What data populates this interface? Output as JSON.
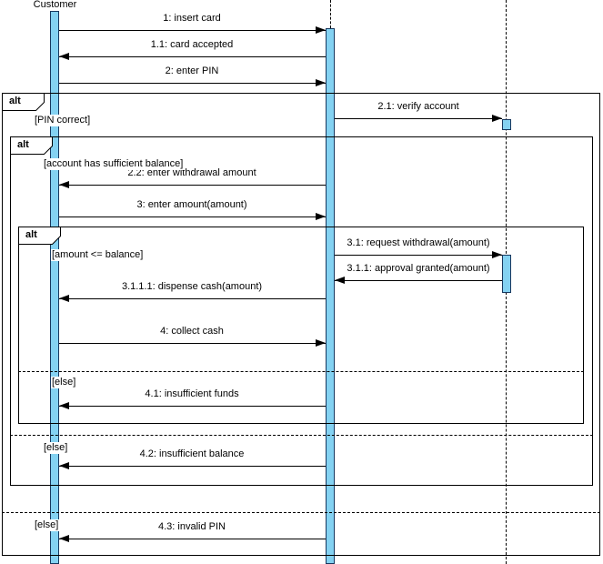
{
  "colors": {
    "activation_fill": "#84d2f2",
    "activation_border": "#17375e",
    "line": "#000000",
    "background": "#ffffff"
  },
  "actor": {
    "label": "Customer"
  },
  "fragments": {
    "outer": {
      "operator": "alt",
      "guard_top": "[PIN correct]",
      "guard_else": "[else]"
    },
    "middle": {
      "operator": "alt",
      "guard_top": "[account has sufficient balance]",
      "guard_else": "[else]"
    },
    "inner": {
      "operator": "alt",
      "guard_top": "[amount <= balance]",
      "guard_else": "[else]"
    }
  },
  "messages": [
    {
      "label": "1: insert card",
      "direction": "right"
    },
    {
      "label": "1.1: card accepted",
      "direction": "left"
    },
    {
      "label": "2: enter PIN",
      "direction": "right"
    },
    {
      "label": "2.1: verify account",
      "direction": "right"
    },
    {
      "label": "2.2: enter withdrawal amount",
      "direction": "left"
    },
    {
      "label": "3: enter amount(amount)",
      "direction": "right"
    },
    {
      "label": "3.1: request withdrawal(amount)",
      "direction": "right"
    },
    {
      "label": "3.1.1: approval granted(amount)",
      "direction": "left"
    },
    {
      "label": "3.1.1.1: dispense cash(amount)",
      "direction": "left"
    },
    {
      "label": "4: collect cash",
      "direction": "right"
    },
    {
      "label": "4.1: insufficient funds",
      "direction": "left"
    },
    {
      "label": "4.2: insufficient balance",
      "direction": "left"
    },
    {
      "label": "4.3: invalid PIN",
      "direction": "left"
    }
  ]
}
